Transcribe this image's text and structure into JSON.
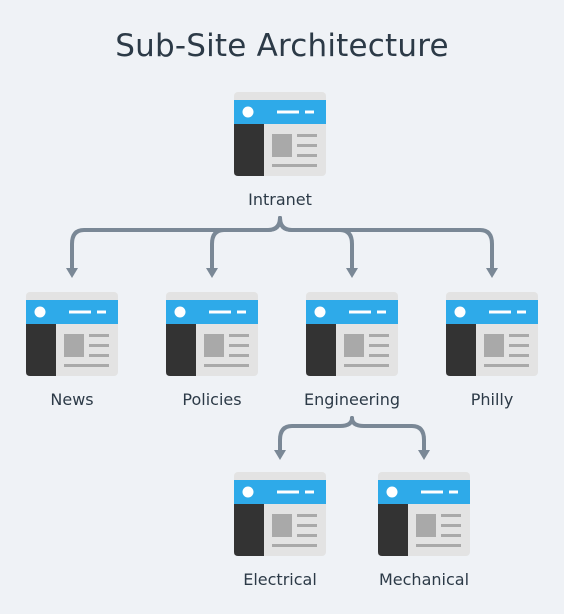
{
  "title": "Sub-Site Architecture",
  "colors": {
    "background": "#eff2f6",
    "connector": "#7a8896",
    "header_blue": "#2eaae9",
    "sidebar_dark": "#333333",
    "page_gray": "#e3e3e3",
    "block_gray": "#a9a9a9"
  },
  "icons": [
    "website-icon"
  ],
  "nodes": {
    "intranet": "Intranet",
    "news": "News",
    "policies": "Policies",
    "engineering": "Engineering",
    "philly": "Philly",
    "electrical": "Electrical",
    "mechanical": "Mechanical"
  }
}
